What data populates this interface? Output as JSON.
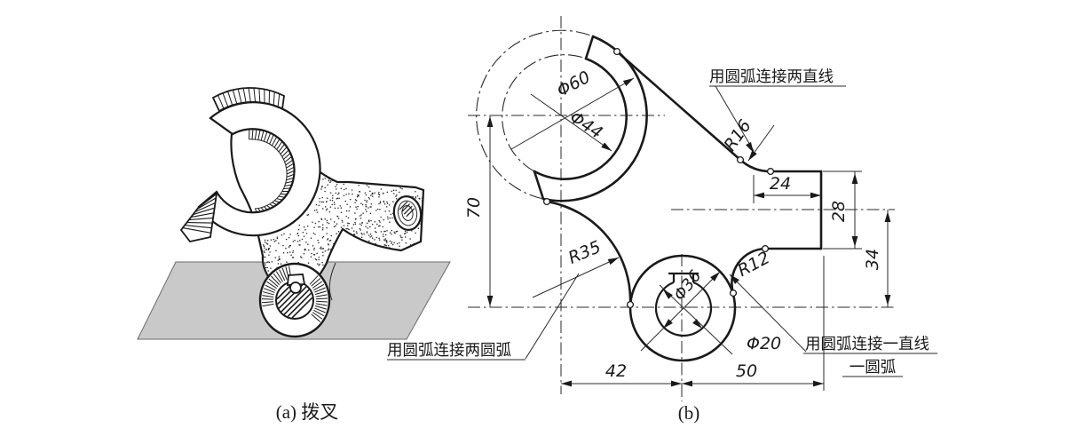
{
  "page": {
    "background": "#ffffff",
    "ink": "#1a1a1a",
    "plane_fill": "#c9c9c9"
  },
  "panel_a": {
    "caption": "(a) 拨叉"
  },
  "panel_b": {
    "caption": "(b)",
    "callouts": {
      "connect_two_lines": "用圆弧连接两直线",
      "connect_two_arcs": "用圆弧连接两圆弧",
      "connect_line_arc_1": "用圆弧连接一直线",
      "connect_line_arc_2": "一圆弧"
    },
    "dims": {
      "phi60": "Φ60",
      "phi44": "Φ44",
      "v70": "70",
      "r35": "R35",
      "r16": "R16",
      "r12": "R12",
      "w24": "24",
      "h28": "28",
      "h34": "34",
      "phi36": "Φ36",
      "phi20": "Φ20",
      "w42": "42",
      "w50": "50"
    }
  }
}
